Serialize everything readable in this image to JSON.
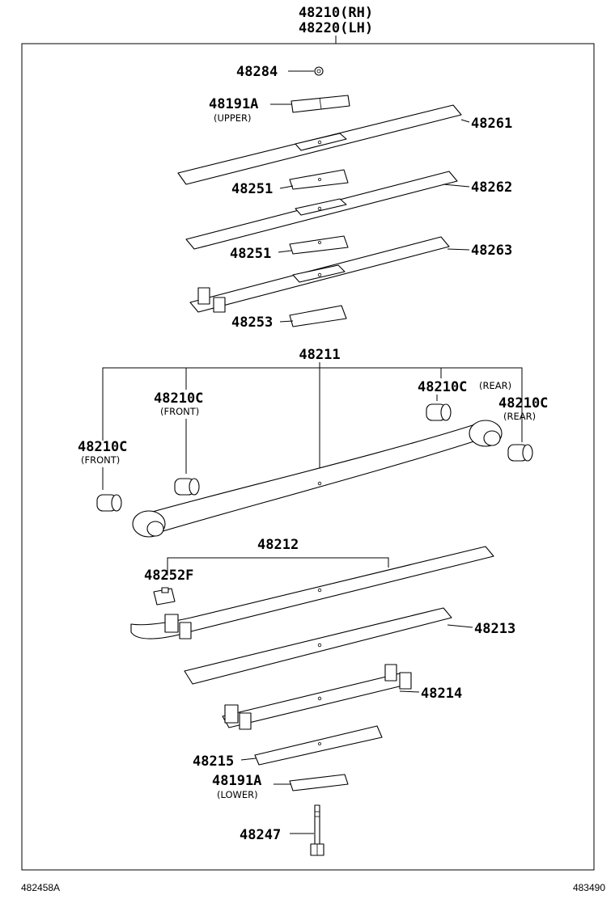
{
  "header": {
    "line1": "48210(RH)",
    "line2": "48220(LH)"
  },
  "labels": {
    "p48284": "48284",
    "p48191A_upper": "48191A",
    "upper": "(UPPER)",
    "p48261": "48261",
    "p48251_a": "48251",
    "p48262": "48262",
    "p48251_b": "48251",
    "p48263": "48263",
    "p48253": "48253",
    "p48211": "48211",
    "p48210C_front_a": "48210C",
    "front_a": "(FRONT)",
    "p48210C_rear_a": "48210C",
    "rear_a": "(REAR)",
    "p48210C_rear_b": "48210C",
    "rear_b": "(REAR)",
    "p48210C_front_b": "48210C",
    "front_b": "(FRONT)",
    "p48212": "48212",
    "p48252F": "48252F",
    "p48213": "48213",
    "p48214": "48214",
    "p48215": "48215",
    "p48191A_lower": "48191A",
    "lower": "(LOWER)",
    "p48247": "48247"
  },
  "footer": {
    "left": "482458A",
    "right": "483490"
  }
}
